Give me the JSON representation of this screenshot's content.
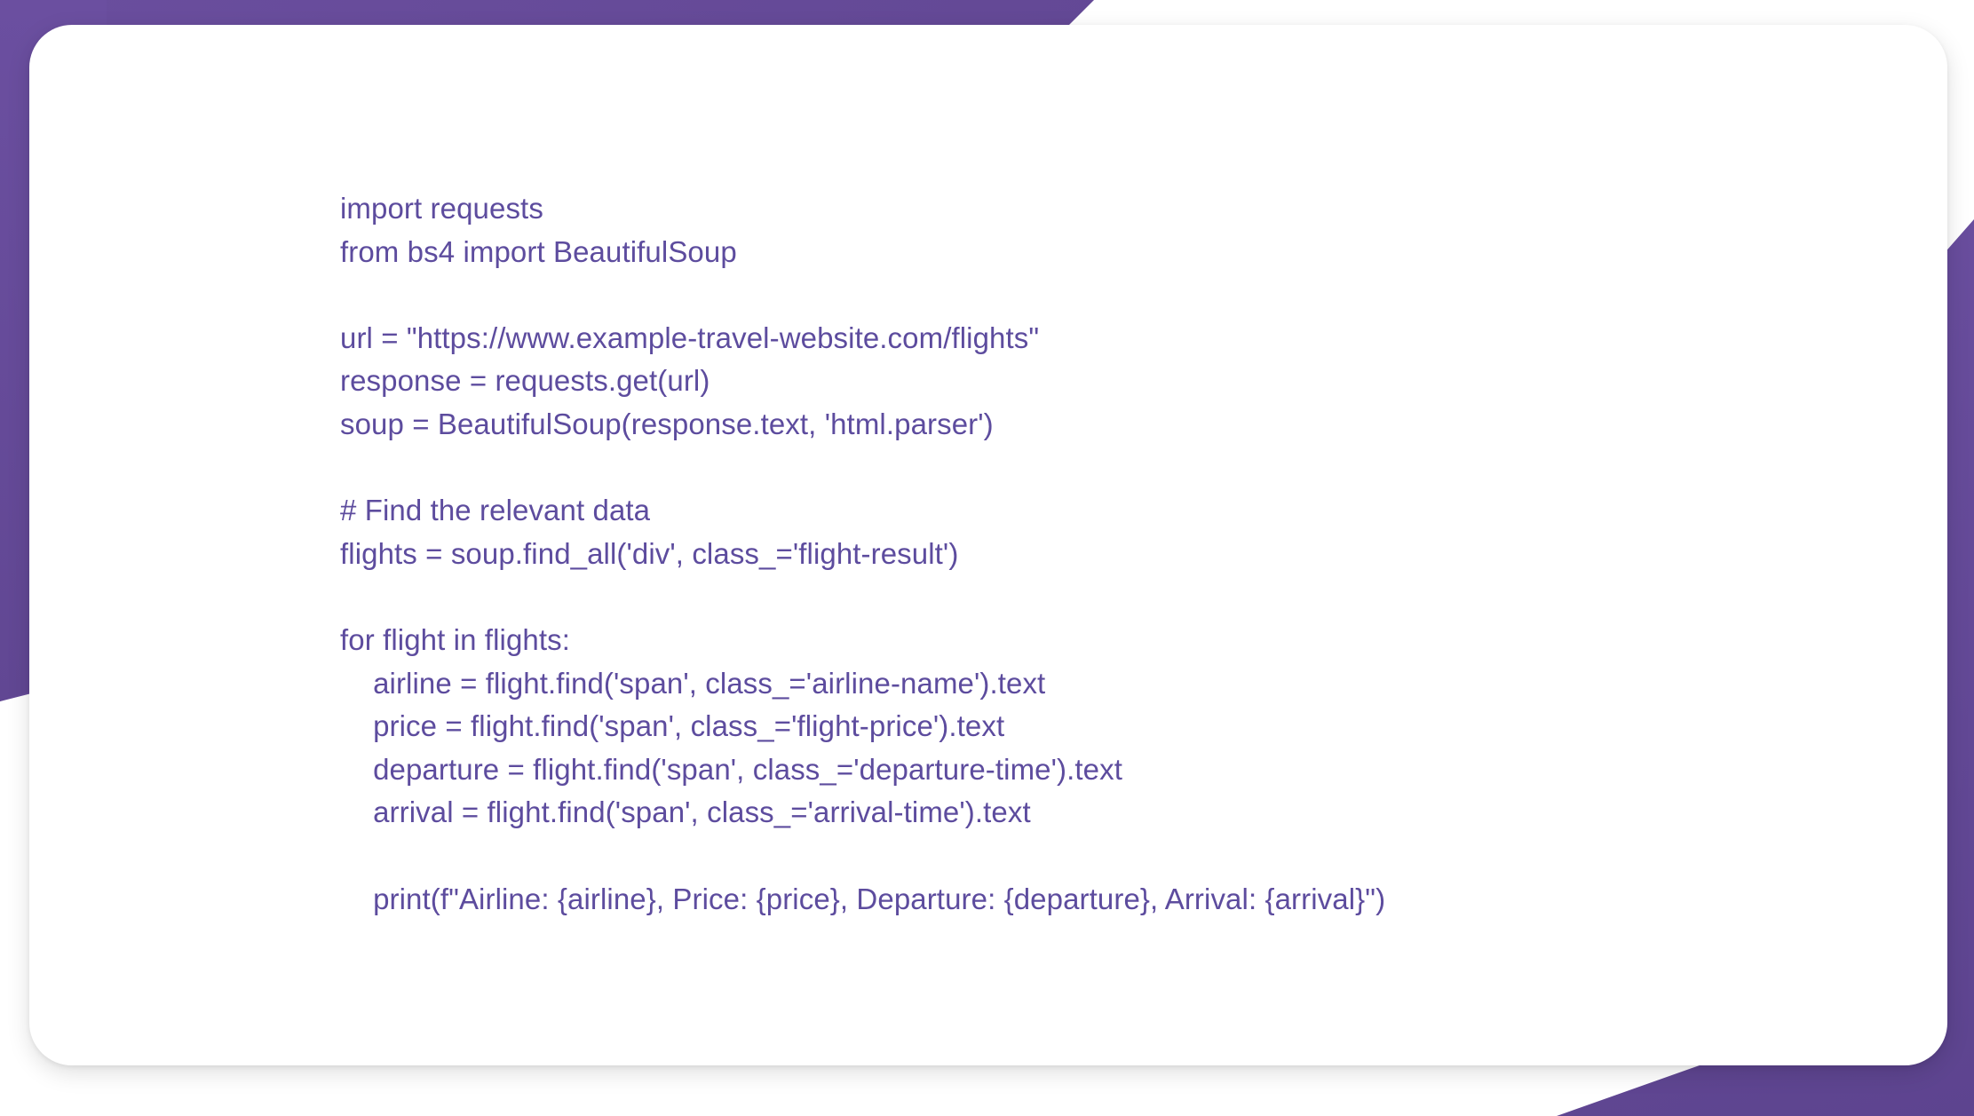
{
  "theme": {
    "accent_purple": "#6A4E9E",
    "accent_purple_dark": "#5D448F",
    "card_background": "#FFFFFF",
    "code_text_color": "#5D4C9E",
    "page_background": "#FFFFFF"
  },
  "decorations": [
    {
      "name": "top-left-purple-shape",
      "color": "#6A4E9E"
    },
    {
      "name": "bottom-right-purple-shape",
      "color": "#6A4E9E"
    }
  ],
  "card": {
    "title": "",
    "code": {
      "language": "python",
      "lines": [
        "import requests",
        "from bs4 import BeautifulSoup",
        "",
        "url = \"https://www.example-travel-website.com/flights\"",
        "response = requests.get(url)",
        "soup = BeautifulSoup(response.text, 'html.parser')",
        "",
        "# Find the relevant data",
        "flights = soup.find_all('div', class_='flight-result')",
        "",
        "for flight in flights:",
        "    airline = flight.find('span', class_='airline-name').text",
        "    price = flight.find('span', class_='flight-price').text",
        "    departure = flight.find('span', class_='departure-time').text",
        "    arrival = flight.find('span', class_='arrival-time').text",
        "",
        "    print(f\"Airline: {airline}, Price: {price}, Departure: {departure}, Arrival: {arrival}\")"
      ]
    }
  }
}
